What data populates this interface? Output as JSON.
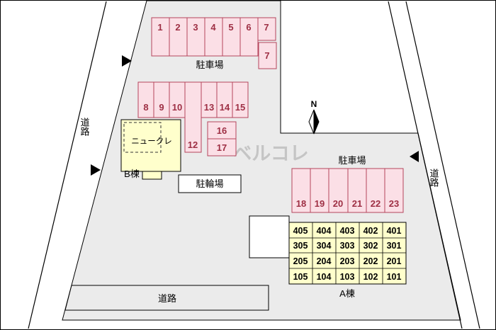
{
  "roads": {
    "left": "道路",
    "right": "道路",
    "bottom": "道路"
  },
  "compass": {
    "label": "N"
  },
  "watermark": {
    "text": "ベルコレ"
  },
  "parking_top": {
    "label": "駐車場",
    "spaces": [
      "1",
      "2",
      "3",
      "4",
      "5",
      "6",
      "7"
    ],
    "extra": "7"
  },
  "parking_mid": {
    "left": [
      "8",
      "9",
      "10"
    ],
    "tall": "12",
    "right": [
      "13",
      "14",
      "15"
    ],
    "stack": [
      "16",
      "17"
    ]
  },
  "parking_right": {
    "label": "駐車場",
    "spaces": [
      "18",
      "19",
      "20",
      "21",
      "22",
      "23"
    ]
  },
  "bicycle": {
    "label": "駐輪場"
  },
  "building_a": {
    "label": "A棟",
    "rooms": [
      [
        "405",
        "404",
        "403",
        "402",
        "401"
      ],
      [
        "305",
        "304",
        "303",
        "302",
        "301"
      ],
      [
        "205",
        "204",
        "203",
        "202",
        "201"
      ],
      [
        "105",
        "104",
        "103",
        "102",
        "101"
      ]
    ]
  },
  "building_b": {
    "label": "B棟",
    "name": "ニュークレ"
  }
}
